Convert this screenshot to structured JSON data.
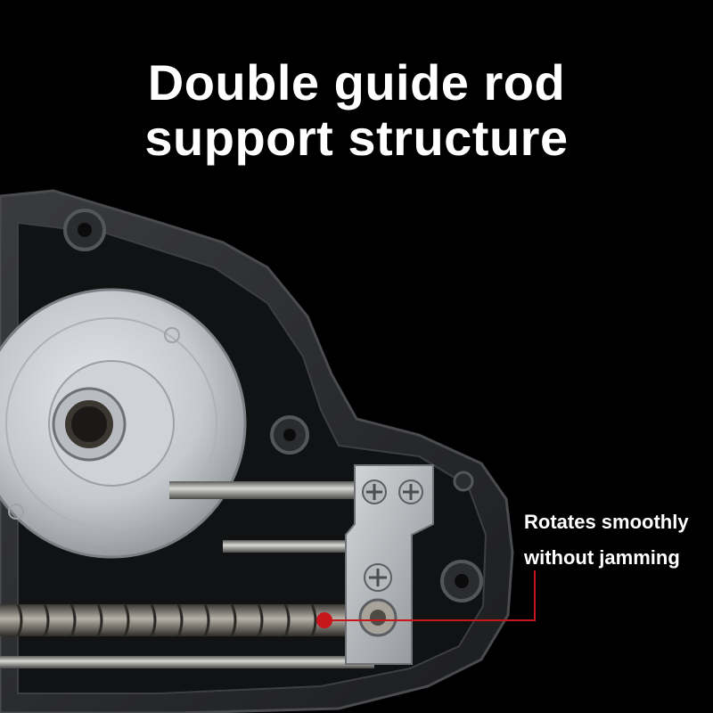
{
  "headline": {
    "line1": "Double guide rod",
    "line2": "support structure"
  },
  "callout": {
    "line1": "Rotates smoothly",
    "line2": "without jamming",
    "accent_color": "#c8161d"
  },
  "colors": {
    "background": "#000000",
    "text": "#ffffff",
    "housing": "#2a2b2d",
    "pulley": "#c9ccd0",
    "rod": "#9a9a98"
  }
}
